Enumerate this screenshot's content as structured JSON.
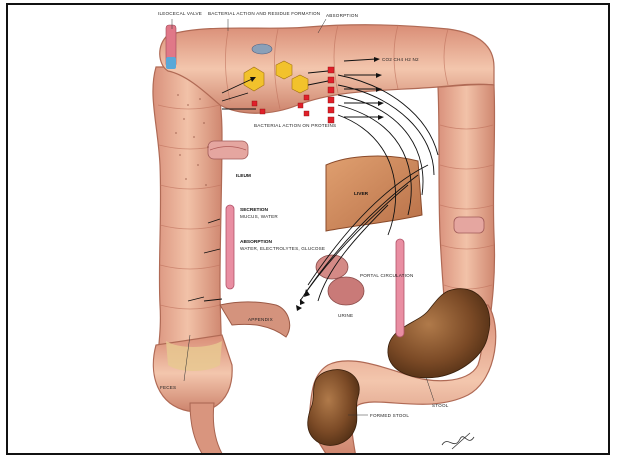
{
  "figure": {
    "border_color": "#111111",
    "background": "#ffffff"
  },
  "labels": {
    "cecum_top": "ILEOCECAL VALVE",
    "bacteria_top": "BACTERIAL ACTION AND RESIDUE FORMATION",
    "absorption_top": "ABSORPTION",
    "right_top": "CO2  CH4  H2  N2",
    "bacteria_mid": "BACTERIAL ACTION ON PROTEINS",
    "ileum_mid": "ILEUM",
    "secretion": "SECRETION",
    "secretion_sub": "MUCUS, WATER",
    "absorption_mid": "ABSORPTION",
    "absorption_sub": "WATER, ELECTROLYTES, GLUCOSE",
    "liver_block": "LIVER",
    "portal": "PORTAL CIRCULATION",
    "kidney": "URINE",
    "lower_left": "FECES",
    "stool_lower": "FORMED STOOL",
    "stool_right": "STOOL",
    "appendix": "APPENDIX"
  }
}
